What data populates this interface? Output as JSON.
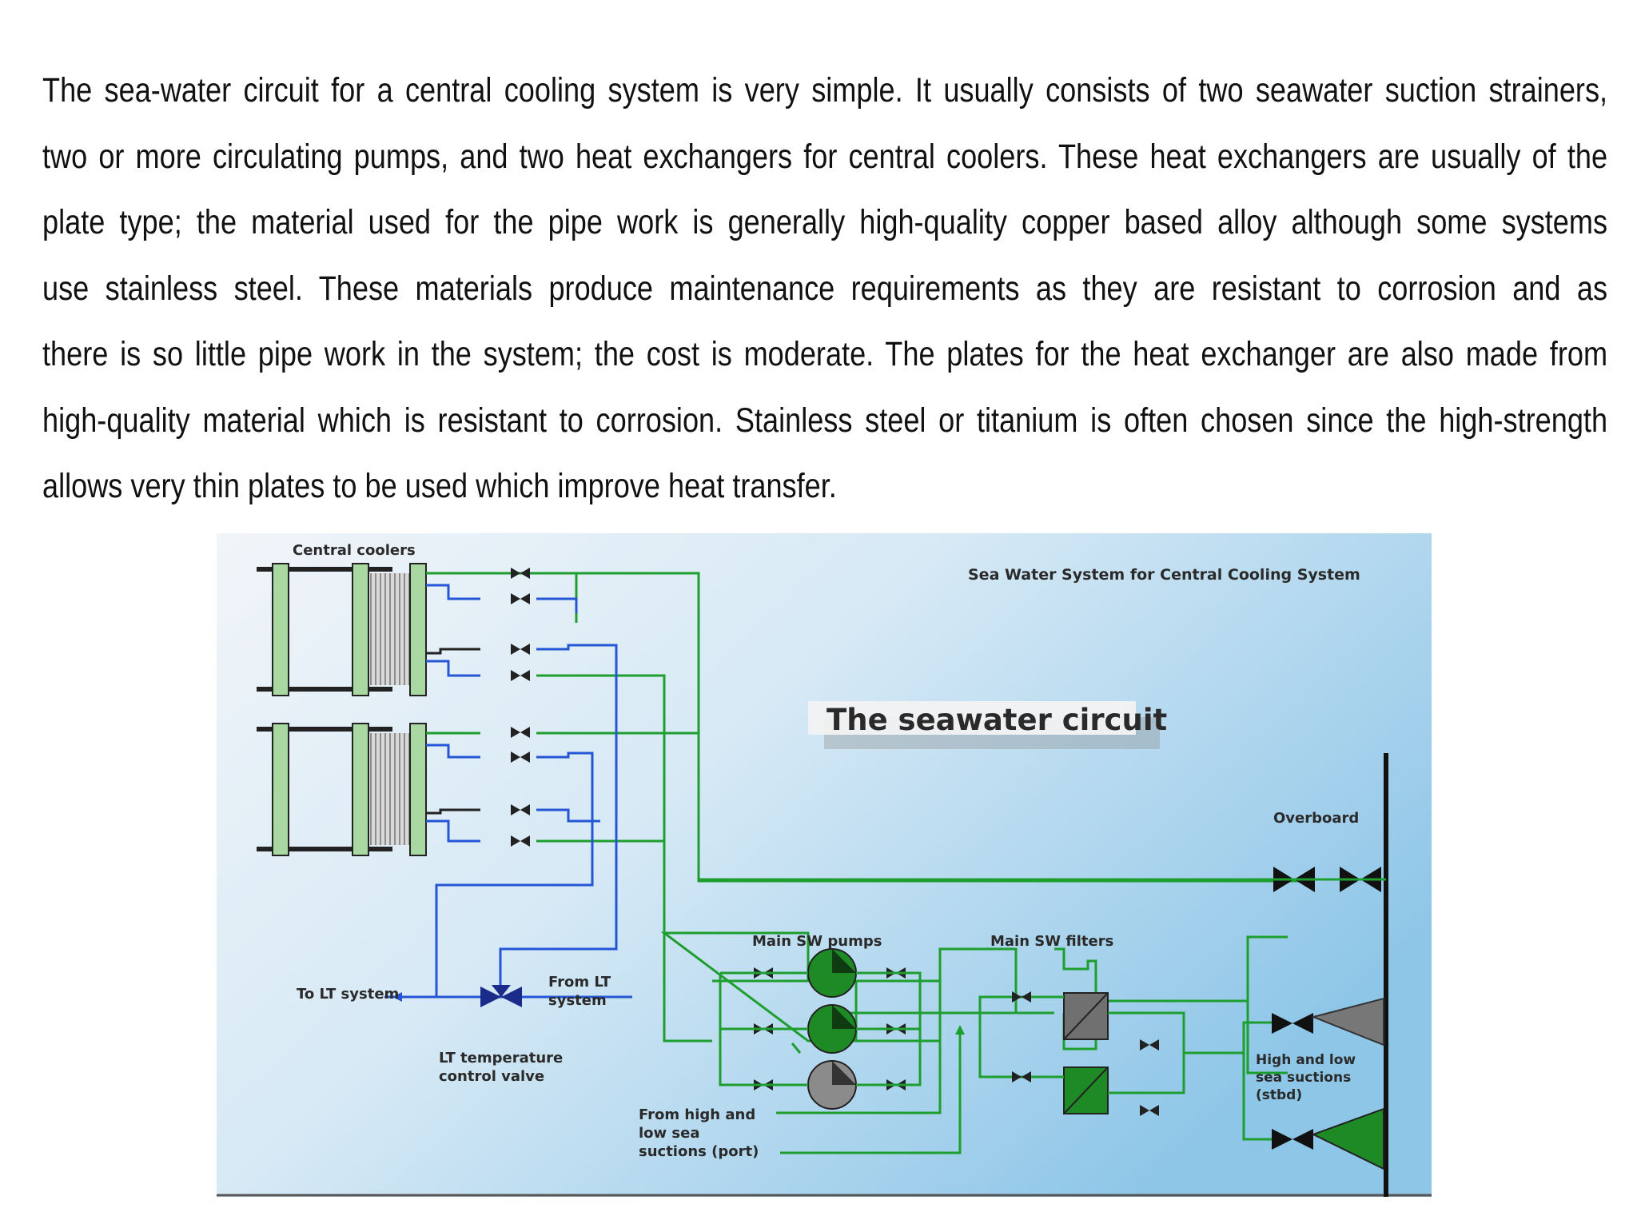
{
  "paragraph": {
    "lines": [
      "The sea-water circuit for a central cooling system is very simple. It usually consists of two seawater suction strainers,",
      "two or more circulating pumps, and two heat exchangers for central coolers. These heat exchangers are usually of the",
      "plate type; the material used for the pipe work is generally high-quality copper based alloy although some systems",
      "use stainless steel. These materials produce maintenance requirements as they are resistant to corrosion and as",
      "there is so little pipe work in the system; the cost is moderate. The plates for the heat exchanger are also made from",
      "high-quality material which is resistant to corrosion. Stainless steel or titanium is often chosen since the high-strength",
      "allows very thin plates to be used which improve heat transfer."
    ]
  },
  "diagram": {
    "title": "Sea Water System for Central Cooling System",
    "caption": "The seawater circuit",
    "labels": {
      "central_coolers": "Central coolers",
      "overboard": "Overboard",
      "main_sw_pumps": "Main SW pumps",
      "main_sw_filters": "Main SW filters",
      "to_lt_system": "To LT system",
      "from_lt_system_1": "From LT",
      "from_lt_system_2": "system",
      "lt_valve_1": "LT temperature",
      "lt_valve_2": "control valve",
      "from_port_1": "From high and",
      "from_port_2": "low sea",
      "from_port_3": "suctions (port)",
      "stbd_1": "High and low",
      "stbd_2": "sea suctions",
      "stbd_3": "(stbd)"
    },
    "colors": {
      "seawater_pipe": "#1e9e2e",
      "lt_pipe": "#2456d6",
      "cooler_pipe_dark": "#222222",
      "cooler_plate": "#a9d8a3",
      "background_light": "#eef3f8",
      "background_blue": "#9fd0ec"
    }
  }
}
